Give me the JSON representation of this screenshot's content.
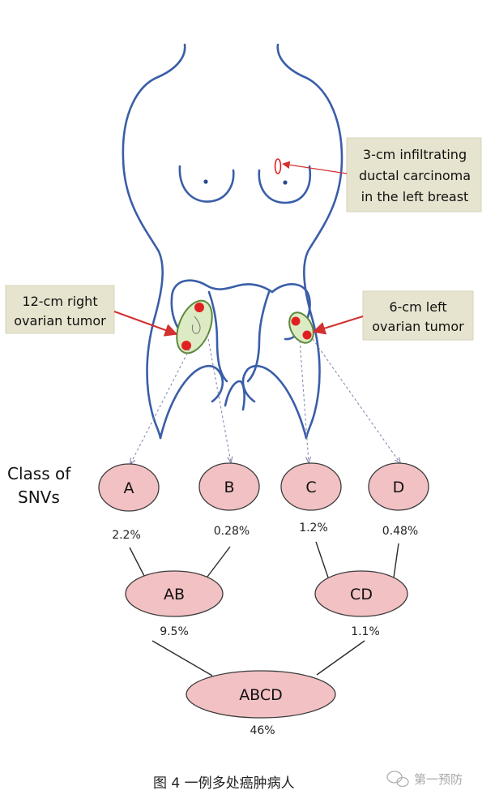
{
  "figure": {
    "callouts": {
      "breast": [
        "3-cm infiltrating",
        "ductal carcinoma",
        "in the left breast"
      ],
      "right_ovary": [
        "12-cm right",
        "ovarian tumor"
      ],
      "left_ovary": [
        "6-cm left",
        "ovarian tumor"
      ]
    },
    "class_label": [
      "Class of",
      "SNVs"
    ],
    "nodes": {
      "A": "A",
      "B": "B",
      "C": "C",
      "D": "D",
      "AB": "AB",
      "CD": "CD",
      "ABCD": "ABCD"
    },
    "percentages": {
      "A": "2.2%",
      "B": "0.28%",
      "C": "1.2%",
      "D": "0.48%",
      "AB": "9.5%",
      "CD": "1.1%",
      "ABCD": "46%"
    },
    "caption": "图 4  一例多处癌肿病人",
    "watermark": "第一预防"
  },
  "colors": {
    "body_outline": "#3a5ea8",
    "tumor_mark": "#e02020",
    "ovary_fill": "#dcebc4",
    "ovary_stroke": "#5a8a3a",
    "node_fill": "#f2c1c4",
    "callout_fill": "#e6e4cf",
    "arrow": "#d43030",
    "dashed_arrow": "#8a8ab0"
  },
  "icons": [
    "wechat-watermark-icon"
  ]
}
